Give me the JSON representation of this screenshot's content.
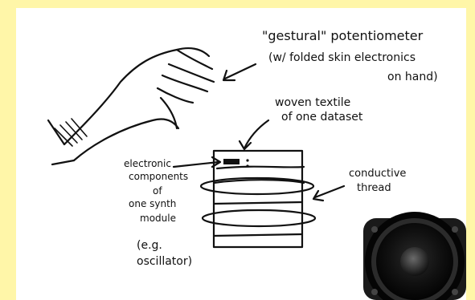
{
  "annotations": {
    "potentiometer_line1": "\"gestural\" potentiometer",
    "potentiometer_line2": "(w/ folded skin electronics",
    "potentiometer_line3": "on hand)",
    "textile_line1": "woven textile",
    "textile_line2": "of one dataset",
    "components_line1": "electronic",
    "components_line2": "components",
    "components_line3": "of",
    "components_line4": "one synth",
    "components_line5": "module",
    "example_line1": "(e.g.",
    "example_line2": "oscillator)",
    "thread_line1": "conductive",
    "thread_line2": "thread"
  },
  "colors": {
    "background_border": "#fff6a8",
    "paper": "#ffffff",
    "ink": "#111111"
  }
}
